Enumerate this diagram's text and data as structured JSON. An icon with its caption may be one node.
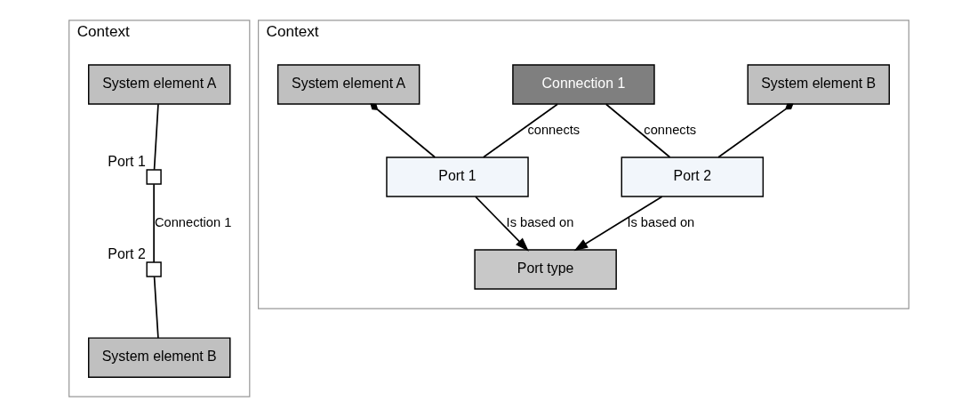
{
  "diagram": {
    "nodes": [
      {
        "text": [
          "Context"
        ]
      },
      {
        "text": [
          "System element A"
        ],
        "in": 0
      },
      {
        "text": [],
        "shape": "box",
        "beside": [
          "Port 1"
        ],
        "in": 0
      },
      {
        "text": [],
        "shape": "box",
        "beside": [
          "Port 2"
        ],
        "in": 0
      },
      {
        "text": [
          "System element B"
        ],
        "in": 0
      },
      {
        "text": [
          "Context"
        ]
      },
      {
        "text": [
          "System element A"
        ],
        "in": 5
      },
      {
        "text": [
          "Connection 1"
        ],
        "in": 5
      },
      {
        "text": [
          "System element B"
        ],
        "in": 5
      },
      {
        "text": [
          "Port 1"
        ],
        "in": 5
      },
      {
        "text": [
          "Port 2"
        ],
        "in": 5
      },
      {
        "text": [
          "Port type"
        ],
        "in": 5
      }
    ],
    "edges": [
      {
        "from": 1,
        "to": 2,
        "arrow": "none"
      },
      {
        "from": 2,
        "to": 3,
        "arrow": "none",
        "label": "Connection 1"
      },
      {
        "from": 3,
        "to": 4,
        "arrow": "none"
      },
      {
        "from": 6,
        "to": 9,
        "arrow": "other"
      },
      {
        "from": 7,
        "to": 9,
        "arrow": "none",
        "label": "connects"
      },
      {
        "from": 7,
        "to": 10,
        "arrow": "none",
        "label": "connects"
      },
      {
        "from": 8,
        "to": 10,
        "arrow": "other"
      },
      {
        "from": 9,
        "to": 11,
        "arrow": "to",
        "label": "Is based on"
      },
      {
        "from": 10,
        "to": 11,
        "arrow": "to",
        "label": "Is based on"
      }
    ]
  }
}
